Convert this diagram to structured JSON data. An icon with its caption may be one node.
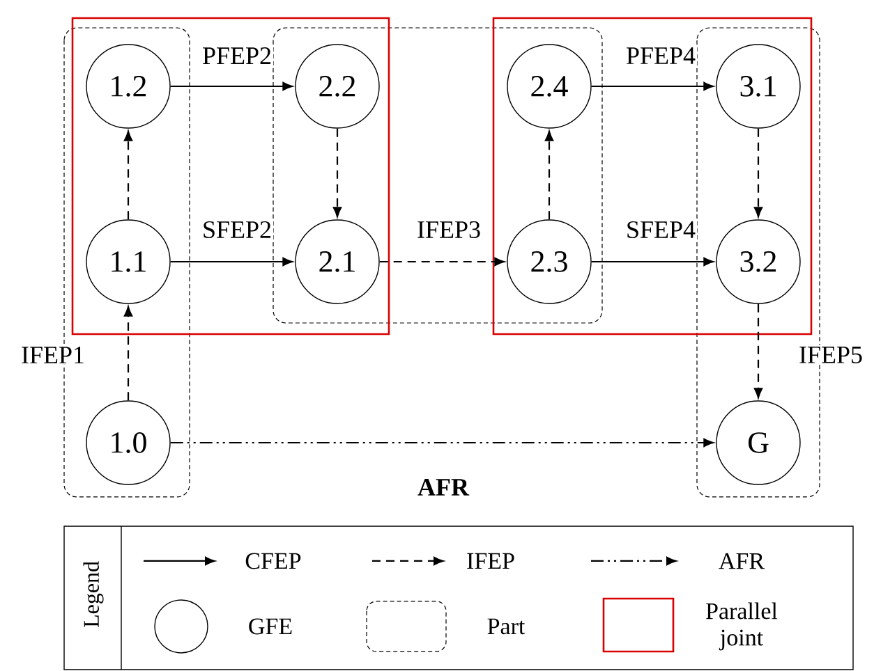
{
  "diagram": {
    "nodes": [
      {
        "text": [
          "1.2"
        ]
      },
      {
        "text": [
          "2.2"
        ]
      },
      {
        "text": [
          "2.4"
        ]
      },
      {
        "text": [
          "3.1"
        ]
      },
      {
        "text": [
          "1.1"
        ]
      },
      {
        "text": [
          "2.1"
        ]
      },
      {
        "text": [
          "2.3"
        ]
      },
      {
        "text": [
          "3.2"
        ]
      },
      {
        "text": [
          "1.0"
        ]
      },
      {
        "text": [
          "G"
        ]
      }
    ],
    "edges": [
      {
        "from": 0,
        "to": 1,
        "arrow": "to",
        "label": "PFEP2"
      },
      {
        "from": 4,
        "to": 0,
        "arrow": "to",
        "style": "dashed"
      },
      {
        "from": 1,
        "to": 5,
        "arrow": "to",
        "style": "dashed"
      },
      {
        "from": 4,
        "to": 5,
        "arrow": "to",
        "label": "SFEP2"
      },
      {
        "from": 5,
        "to": 6,
        "arrow": "to",
        "style": "dashed",
        "label": "IFEP3"
      },
      {
        "from": 6,
        "to": 2,
        "arrow": "to",
        "style": "dashed"
      },
      {
        "from": 2,
        "to": 3,
        "arrow": "to",
        "label": "PFEP4"
      },
      {
        "from": 3,
        "to": 7,
        "arrow": "to",
        "style": "dashed"
      },
      {
        "from": 6,
        "to": 7,
        "arrow": "to",
        "label": "SFEP4"
      },
      {
        "from": 8,
        "to": 4,
        "arrow": "to",
        "style": "dashed",
        "label": "IFEP1"
      },
      {
        "from": 7,
        "to": 9,
        "arrow": "to",
        "style": "dashed",
        "label": "IFEP5"
      },
      {
        "from": 8,
        "to": 9,
        "arrow": "to",
        "style": "dashed",
        "label": "AFR"
      }
    ],
    "labels": [
      "Legend"
    ],
    "legend": [
      {
        "text": "CFEP"
      },
      {
        "text": "IFEP"
      },
      {
        "text": "AFR"
      },
      {
        "text": "GFE"
      },
      {
        "text": "Part"
      },
      {
        "text": "Parallel joint"
      }
    ]
  }
}
